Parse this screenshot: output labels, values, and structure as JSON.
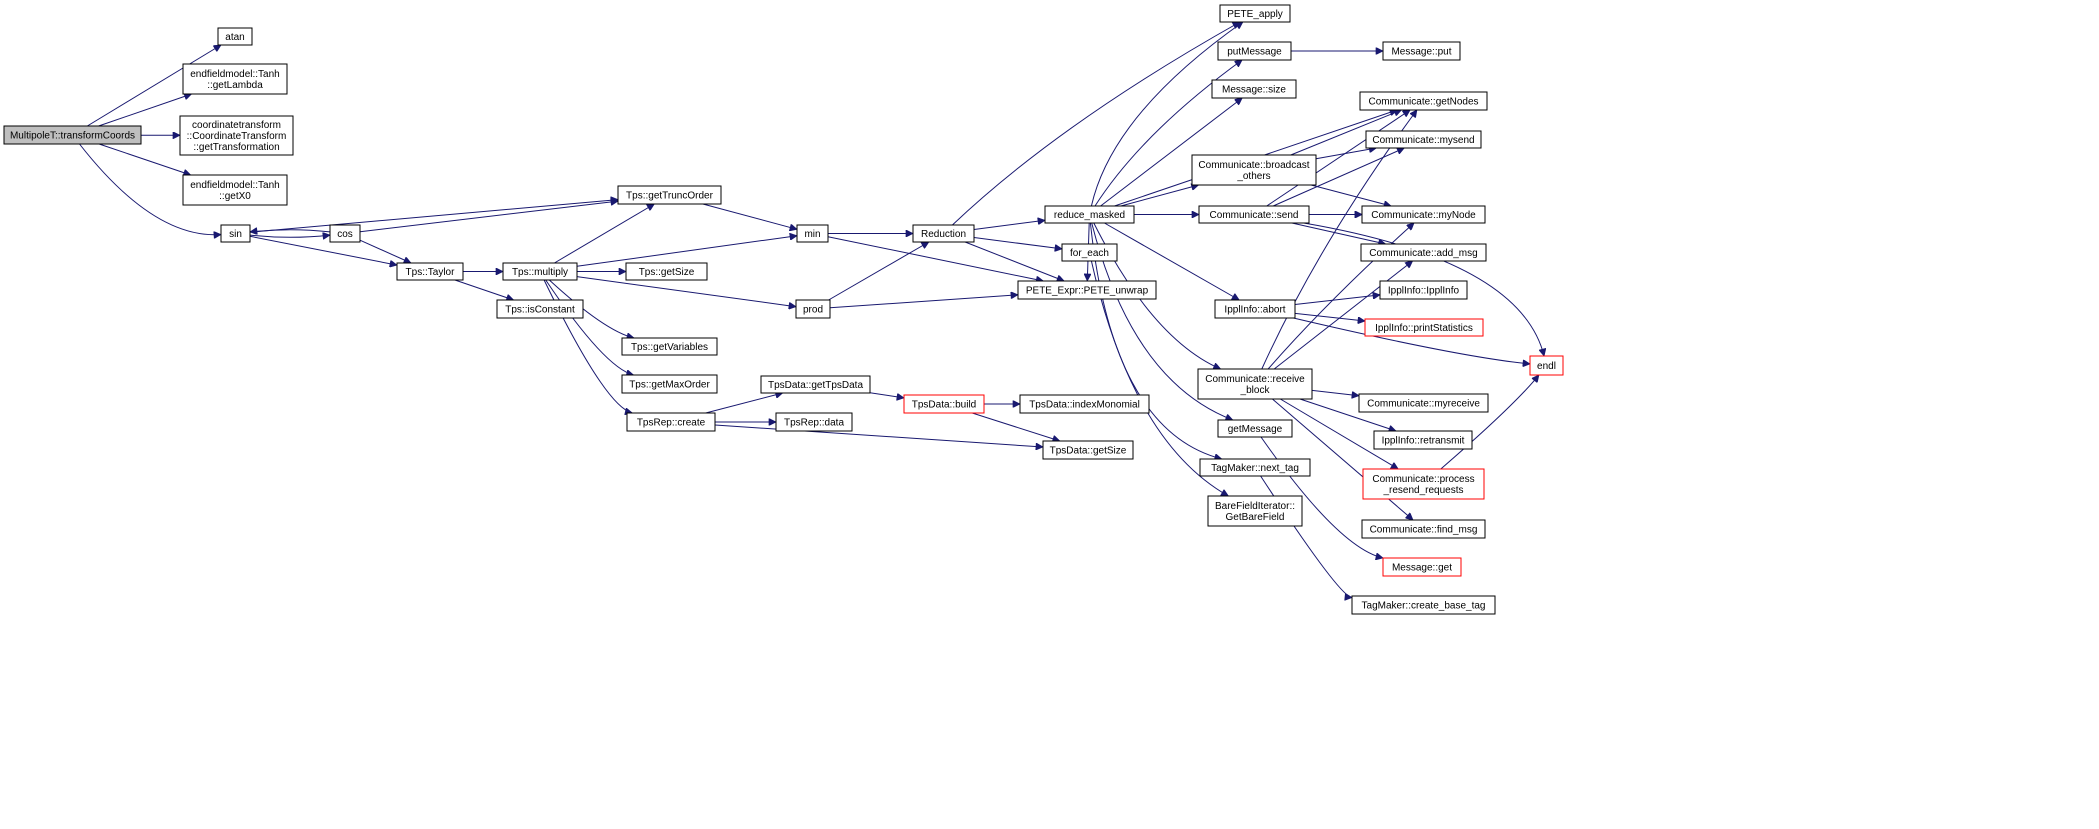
{
  "diagram": {
    "colors": {
      "edge": "#191970",
      "node_fill": "#ffffff",
      "root_fill": "#bfbfbf",
      "truncated_border": "#ff0000"
    },
    "nodes": [
      {
        "id": "root",
        "lines": [
          "MultipoleT::transformCoords"
        ],
        "style": "root"
      },
      {
        "id": "atan",
        "lines": [
          "atan"
        ]
      },
      {
        "id": "getLambda",
        "lines": [
          "endfieldmodel::Tanh",
          "::getLambda"
        ]
      },
      {
        "id": "getTransformation",
        "lines": [
          "coordinatetransform",
          "::CoordinateTransform",
          "::getTransformation"
        ]
      },
      {
        "id": "getX0",
        "lines": [
          "endfieldmodel::Tanh",
          "::getX0"
        ]
      },
      {
        "id": "sin",
        "lines": [
          "sin"
        ]
      },
      {
        "id": "cos",
        "lines": [
          "cos"
        ]
      },
      {
        "id": "getTruncOrder",
        "lines": [
          "Tps::getTruncOrder"
        ]
      },
      {
        "id": "taylor",
        "lines": [
          "Tps::Taylor"
        ]
      },
      {
        "id": "multiply",
        "lines": [
          "Tps::multiply"
        ]
      },
      {
        "id": "isConstant",
        "lines": [
          "Tps::isConstant"
        ]
      },
      {
        "id": "tpsGetSize",
        "lines": [
          "Tps::getSize"
        ]
      },
      {
        "id": "getVariables",
        "lines": [
          "Tps::getVariables"
        ]
      },
      {
        "id": "getMaxOrder",
        "lines": [
          "Tps::getMaxOrder"
        ]
      },
      {
        "id": "repCreate",
        "lines": [
          "TpsRep::create"
        ]
      },
      {
        "id": "min",
        "lines": [
          "min"
        ]
      },
      {
        "id": "prod",
        "lines": [
          "prod"
        ]
      },
      {
        "id": "getTpsData",
        "lines": [
          "TpsData::getTpsData"
        ]
      },
      {
        "id": "repData",
        "lines": [
          "TpsRep::data"
        ]
      },
      {
        "id": "build",
        "lines": [
          "TpsData::build"
        ],
        "style": "truncated"
      },
      {
        "id": "indexMonomial",
        "lines": [
          "TpsData::indexMonomial"
        ]
      },
      {
        "id": "dataGetSize",
        "lines": [
          "TpsData::getSize"
        ]
      },
      {
        "id": "reduction",
        "lines": [
          "Reduction"
        ]
      },
      {
        "id": "reduceMasked",
        "lines": [
          "reduce_masked"
        ]
      },
      {
        "id": "forEach",
        "lines": [
          "for_each"
        ]
      },
      {
        "id": "peteUnwrap",
        "lines": [
          "PETE_Expr::PETE_unwrap"
        ]
      },
      {
        "id": "peteApply",
        "lines": [
          "PETE_apply"
        ]
      },
      {
        "id": "putMessage",
        "lines": [
          "putMessage"
        ]
      },
      {
        "id": "msgPut",
        "lines": [
          "Message::put"
        ]
      },
      {
        "id": "msgSize",
        "lines": [
          "Message::size"
        ]
      },
      {
        "id": "broadcastOthers",
        "lines": [
          "Communicate::broadcast",
          "_others"
        ]
      },
      {
        "id": "send",
        "lines": [
          "Communicate::send"
        ]
      },
      {
        "id": "abort",
        "lines": [
          "IpplInfo::abort"
        ]
      },
      {
        "id": "receiveBlock",
        "lines": [
          "Communicate::receive",
          "_block"
        ]
      },
      {
        "id": "getMessage",
        "lines": [
          "getMessage"
        ]
      },
      {
        "id": "nextTag",
        "lines": [
          "TagMaker::next_tag"
        ]
      },
      {
        "id": "getBareField",
        "lines": [
          "BareFieldIterator::",
          "GetBareField"
        ]
      },
      {
        "id": "getNodes",
        "lines": [
          "Communicate::getNodes"
        ]
      },
      {
        "id": "mysend",
        "lines": [
          "Communicate::mysend"
        ]
      },
      {
        "id": "myNode",
        "lines": [
          "Communicate::myNode"
        ]
      },
      {
        "id": "addMsg",
        "lines": [
          "Communicate::add_msg"
        ]
      },
      {
        "id": "ipplInfo",
        "lines": [
          "IpplInfo::IpplInfo"
        ]
      },
      {
        "id": "printStatistics",
        "lines": [
          "IpplInfo::printStatistics"
        ],
        "style": "truncated"
      },
      {
        "id": "endl",
        "lines": [
          "endl"
        ],
        "style": "truncated"
      },
      {
        "id": "myreceive",
        "lines": [
          "Communicate::myreceive"
        ]
      },
      {
        "id": "retransmit",
        "lines": [
          "IpplInfo::retransmit"
        ]
      },
      {
        "id": "processResend",
        "lines": [
          "Communicate::process",
          "_resend_requests"
        ],
        "style": "truncated"
      },
      {
        "id": "findMsg",
        "lines": [
          "Communicate::find_msg"
        ]
      },
      {
        "id": "msgGet",
        "lines": [
          "Message::get"
        ],
        "style": "truncated"
      },
      {
        "id": "createBaseTag",
        "lines": [
          "TagMaker::create_base_tag"
        ]
      }
    ],
    "edges": [
      [
        "root",
        "atan"
      ],
      [
        "root",
        "getLambda"
      ],
      [
        "root",
        "getTransformation"
      ],
      [
        "root",
        "getX0"
      ],
      [
        "root",
        "sin"
      ],
      [
        "sin",
        "getTruncOrder"
      ],
      [
        "sin",
        "cos"
      ],
      [
        "sin",
        "taylor"
      ],
      [
        "cos",
        "getTruncOrder"
      ],
      [
        "cos",
        "sin"
      ],
      [
        "cos",
        "taylor"
      ],
      [
        "taylor",
        "multiply"
      ],
      [
        "taylor",
        "isConstant"
      ],
      [
        "multiply",
        "getTruncOrder"
      ],
      [
        "multiply",
        "min"
      ],
      [
        "multiply",
        "tpsGetSize"
      ],
      [
        "multiply",
        "prod"
      ],
      [
        "multiply",
        "getVariables"
      ],
      [
        "multiply",
        "getMaxOrder"
      ],
      [
        "multiply",
        "repCreate"
      ],
      [
        "getTruncOrder",
        "min"
      ],
      [
        "min",
        "reduction"
      ],
      [
        "min",
        "peteUnwrap"
      ],
      [
        "prod",
        "reduction"
      ],
      [
        "prod",
        "peteUnwrap"
      ],
      [
        "repCreate",
        "getTpsData"
      ],
      [
        "repCreate",
        "repData"
      ],
      [
        "repCreate",
        "dataGetSize"
      ],
      [
        "getTpsData",
        "build"
      ],
      [
        "build",
        "indexMonomial"
      ],
      [
        "build",
        "dataGetSize"
      ],
      [
        "reduction",
        "peteApply"
      ],
      [
        "reduction",
        "reduceMasked"
      ],
      [
        "reduction",
        "forEach"
      ],
      [
        "reduction",
        "peteUnwrap"
      ],
      [
        "reduceMasked",
        "peteApply"
      ],
      [
        "reduceMasked",
        "putMessage"
      ],
      [
        "reduceMasked",
        "msgSize"
      ],
      [
        "reduceMasked",
        "getNodes"
      ],
      [
        "reduceMasked",
        "broadcastOthers"
      ],
      [
        "reduceMasked",
        "send"
      ],
      [
        "reduceMasked",
        "myNode"
      ],
      [
        "reduceMasked",
        "peteUnwrap"
      ],
      [
        "reduceMasked",
        "abort"
      ],
      [
        "reduceMasked",
        "receiveBlock"
      ],
      [
        "reduceMasked",
        "getMessage"
      ],
      [
        "reduceMasked",
        "nextTag"
      ],
      [
        "forEach",
        "getBareField"
      ],
      [
        "putMessage",
        "msgPut"
      ],
      [
        "broadcastOthers",
        "getNodes"
      ],
      [
        "broadcastOthers",
        "mysend"
      ],
      [
        "broadcastOthers",
        "myNode"
      ],
      [
        "send",
        "getNodes"
      ],
      [
        "send",
        "mysend"
      ],
      [
        "send",
        "myNode"
      ],
      [
        "send",
        "addMsg"
      ],
      [
        "send",
        "endl"
      ],
      [
        "abort",
        "ipplInfo"
      ],
      [
        "abort",
        "printStatistics"
      ],
      [
        "abort",
        "endl"
      ],
      [
        "receiveBlock",
        "getNodes"
      ],
      [
        "receiveBlock",
        "myNode"
      ],
      [
        "receiveBlock",
        "addMsg"
      ],
      [
        "receiveBlock",
        "myreceive"
      ],
      [
        "receiveBlock",
        "retransmit"
      ],
      [
        "receiveBlock",
        "processResend"
      ],
      [
        "receiveBlock",
        "findMsg"
      ],
      [
        "processResend",
        "endl"
      ],
      [
        "getMessage",
        "msgGet"
      ],
      [
        "nextTag",
        "createBaseTag"
      ]
    ]
  }
}
